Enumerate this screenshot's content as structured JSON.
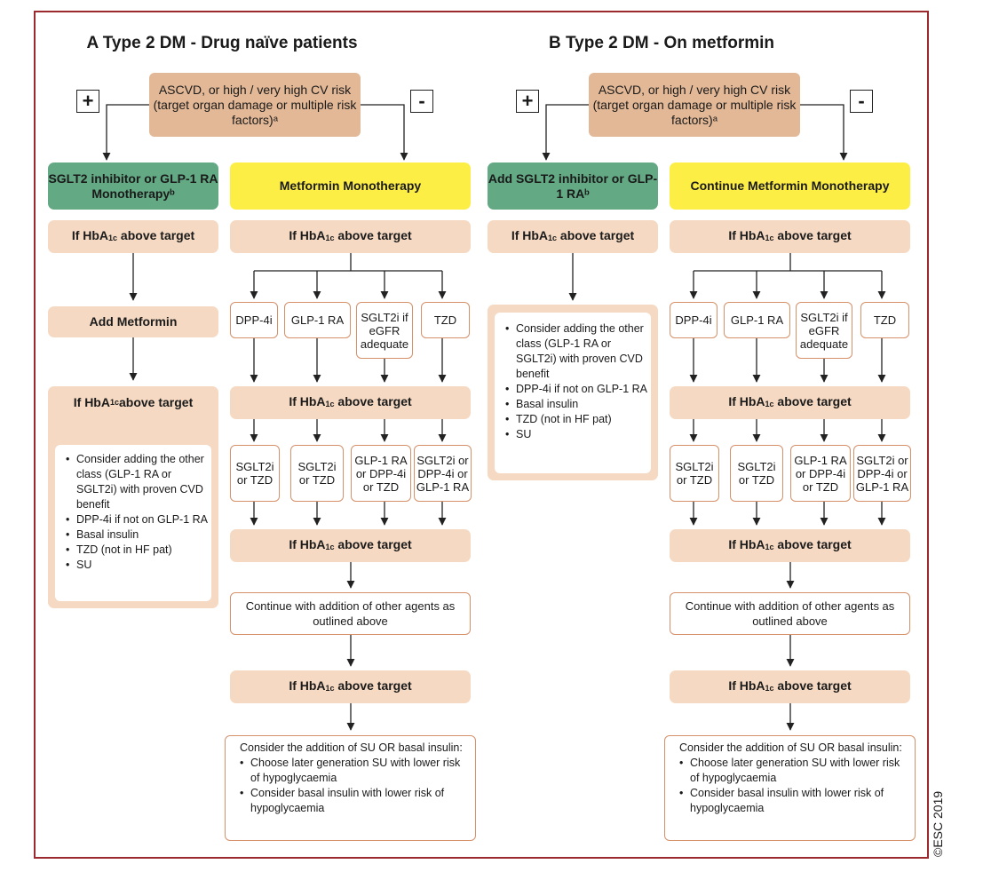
{
  "panelA": {
    "title": "A  Type 2 DM - Drug naïve patients",
    "risk_box": "ASCVD, or high / very high CV risk (target organ damage or multiple risk factors)ᵃ",
    "plus": "+",
    "minus": "-",
    "left_start": "SGLT2 inhibitor or GLP-1 RA Monotherapyᵇ",
    "right_start": "Metformin Monotherapy",
    "target_prefix": "If HbA",
    "target_sub": "1c",
    "target_suffix": " above target",
    "add_metformin": "Add Metformin",
    "left_options": [
      "Consider adding the other class (GLP-1 RA or SGLT2i) with proven CVD benefit",
      "DPP-4i if not on GLP-1 RA",
      "Basal insulin",
      "TZD (not in HF pat)",
      "SU"
    ],
    "agents": [
      "DPP-4i",
      "GLP-1 RA",
      "SGLT2i if eGFR adequate",
      "TZD"
    ],
    "combos": [
      "SGLT2i or TZD",
      "SGLT2i or TZD",
      "GLP-1 RA or DPP-4i or TZD",
      "SGLT2i or DPP-4i or GLP-1 RA"
    ],
    "continue": "Continue with addition of other agents as outlined above",
    "final_intro": "Consider the addition of SU OR basal insulin:",
    "final_items": [
      "Choose later generation SU with lower risk of hypoglycaemia",
      "Consider basal insulin with lower risk of hypoglycaemia"
    ]
  },
  "panelB": {
    "title": "B  Type 2 DM - On metformin",
    "risk_box": "ASCVD, or high / very high CV risk (target organ damage or multiple risk factors)ᵃ",
    "plus": "+",
    "minus": "-",
    "left_start": "Add SGLT2 inhibitor or GLP-1 RAᵇ",
    "right_start": "Continue Metformin Monotherapy",
    "target_prefix": "If HbA",
    "target_sub": "1c",
    "target_suffix": " above target",
    "left_options": [
      "Consider adding the other class (GLP-1 RA or SGLT2i) with proven CVD benefit",
      "DPP-4i if not on GLP-1 RA",
      "Basal insulin",
      "TZD (not in HF pat)",
      "SU"
    ],
    "agents": [
      "DPP-4i",
      "GLP-1 RA",
      "SGLT2i if eGFR adequate",
      "TZD"
    ],
    "combos": [
      "SGLT2i or TZD",
      "SGLT2i or TZD",
      "GLP-1 RA or DPP-4i or TZD",
      "SGLT2i or DPP-4i or GLP-1 RA"
    ],
    "continue": "Continue with addition of other agents as outlined above",
    "final_intro": "Consider the addition of SU OR basal insulin:",
    "final_items": [
      "Choose later generation SU with lower risk of hypoglycaemia",
      "Consider basal insulin with lower risk of hypoglycaemia"
    ]
  },
  "copyright": "©ESC 2019",
  "colors": {
    "border": "#9b2a2f",
    "risk_box": "#e3b896",
    "target_box": "#f5d9c2",
    "sglt2_box": "#63a984",
    "metformin_box": "#fdee46",
    "agent_outline": "#d6906a"
  }
}
